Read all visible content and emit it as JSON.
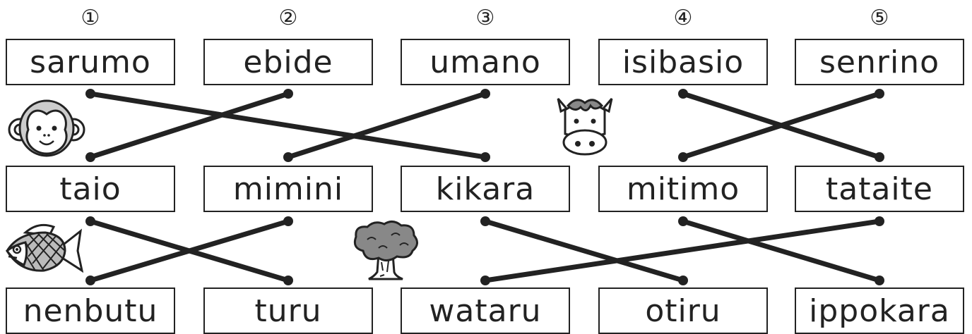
{
  "numbers": [
    "①",
    "②",
    "③",
    "④",
    "⑤"
  ],
  "row1": [
    "sarumo",
    "ebide",
    "umano",
    "isibasio",
    "senrino"
  ],
  "row2": [
    "taio",
    "mimini",
    "kikara",
    "mitimo",
    "tataite"
  ],
  "row3": [
    "nenbutu",
    "turu",
    "wataru",
    "otiru",
    "ippokara"
  ],
  "connections_row1_to_row2": [
    {
      "from": "sarumo",
      "to": "kikara"
    },
    {
      "from": "ebide",
      "to": "taio"
    },
    {
      "from": "umano",
      "to": "mimini"
    },
    {
      "from": "isibasio",
      "to": "tataite"
    },
    {
      "from": "senrino",
      "to": "mitimo"
    }
  ],
  "connections_row2_to_row3": [
    {
      "from": "taio",
      "to": "turu"
    },
    {
      "from": "mimini",
      "to": "nenbutu"
    },
    {
      "from": "kikara",
      "to": "otiru"
    },
    {
      "from": "mitimo",
      "to": "ippokara"
    },
    {
      "from": "tataite",
      "to": "wataru"
    }
  ],
  "pictures": [
    "monkey-icon",
    "cow-icon",
    "fish-icon",
    "tree-icon"
  ]
}
